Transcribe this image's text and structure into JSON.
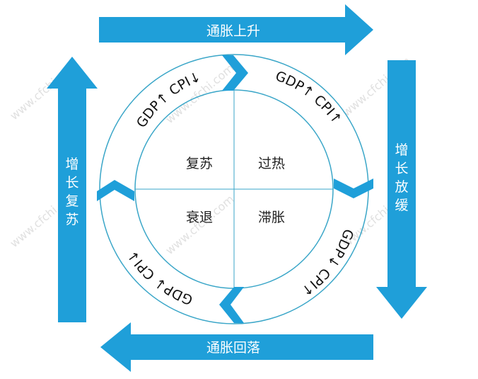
{
  "colors": {
    "accent": "#1f9fd9",
    "circle": "#3aa6c8",
    "text": "#222222"
  },
  "arrows": {
    "top": "通胀上升",
    "right": [
      "增",
      "长",
      "放",
      "缓"
    ],
    "bottom": "通胀回落",
    "left": [
      "增",
      "长",
      "复",
      "苏"
    ]
  },
  "quadrants": {
    "top_left": "复苏",
    "top_right": "过热",
    "bottom_left": "衰退",
    "bottom_right": "滞胀"
  },
  "arc_labels": {
    "top_left": "GDP↑ CPI↓",
    "top_right": "GDP↑ CPI↑",
    "bottom_right": "GDP↓ CPI↑",
    "bottom_left": "GDP↓ CPI↓"
  },
  "watermark": "www.cfchi.com"
}
